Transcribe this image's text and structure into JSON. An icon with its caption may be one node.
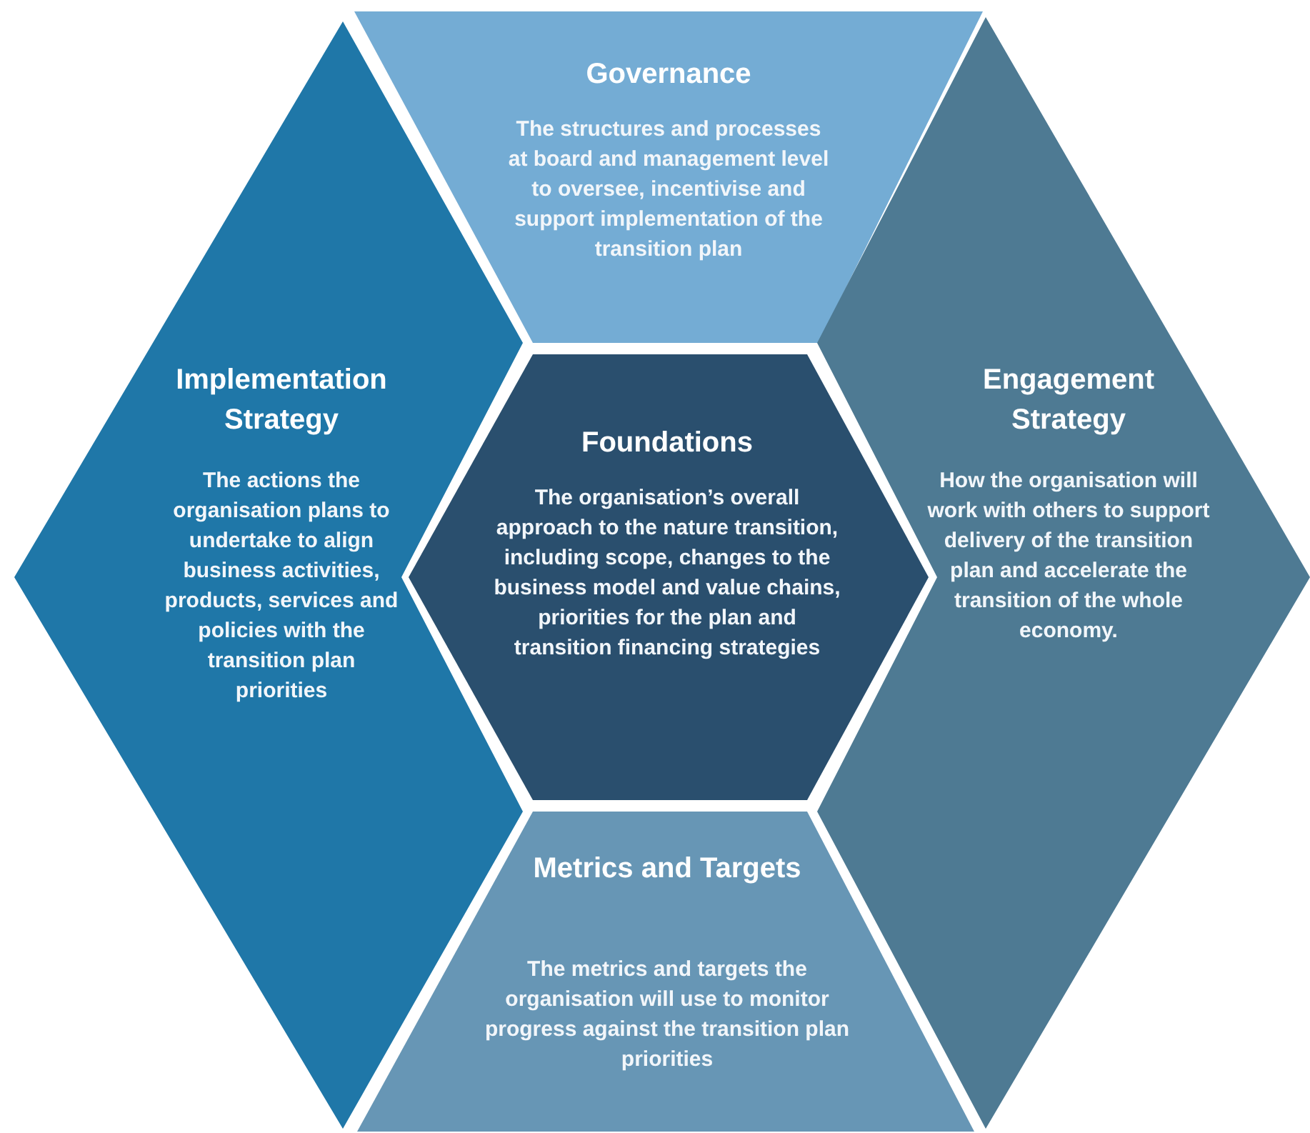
{
  "diagram": {
    "nodes": [
      {
        "text": [
          "Governance",
          "The structures and processes at board and management level to oversee, incentivise and support implementation of the transition plan"
        ]
      },
      {
        "text": [
          "Implementation Strategy",
          "The actions the organisation plans to undertake to align business activities, products, services and policies with the transition plan priorities"
        ]
      },
      {
        "text": [
          "Foundations",
          "The organisation’s overall approach to the nature transition, including scope, changes to the business model and value chains, priorities for the plan and transition financing strategies"
        ]
      },
      {
        "text": [
          "Engagement Strategy",
          "How the organisation will work with others to support delivery of the transition plan and accelerate the transition of the whole economy."
        ]
      },
      {
        "text": [
          "Metrics and Targets",
          "The metrics and targets the organisation will use to monitor progress against the transition plan priorities"
        ]
      }
    ]
  }
}
